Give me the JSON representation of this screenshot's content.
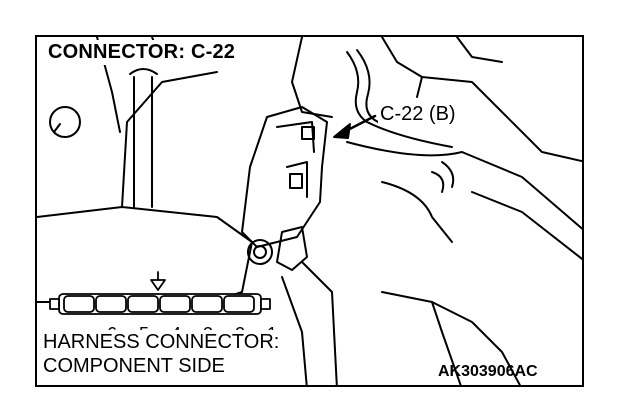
{
  "title": "CONNECTOR: C-22",
  "callout_label": "C-22 (B)",
  "connector_pins": [
    "6",
    "5",
    "4",
    "3",
    "2",
    "1"
  ],
  "harness_label": {
    "line1": "HARNESS CONNECTOR:",
    "line2": "COMPONENT SIDE"
  },
  "figure_code": "AK303906AC"
}
